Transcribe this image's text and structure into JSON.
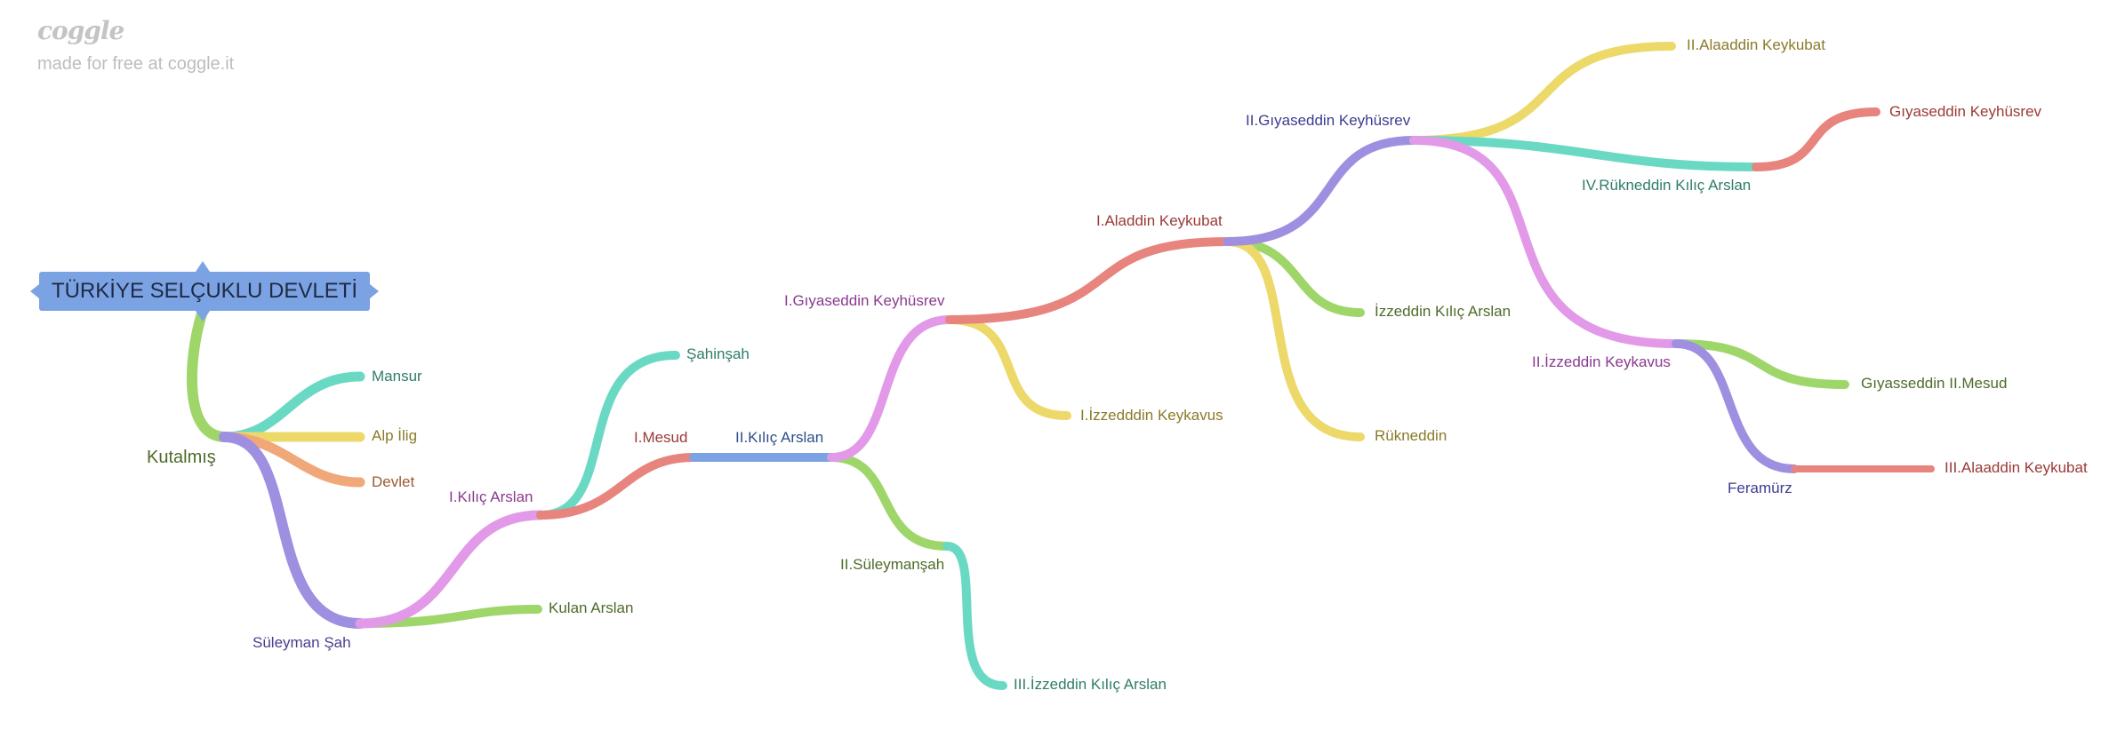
{
  "branding": {
    "logo_text": "coggle",
    "tagline": "made for free at coggle.it"
  },
  "root": {
    "label": "TÜRKİYE SELÇUKLU DEVLETİ"
  },
  "nodes": {
    "kutalmis": "Kutalmış",
    "mansur": "Mansur",
    "alp_ilig": "Alp İlig",
    "devlet": "Devlet",
    "suleyman_sah": "Süleyman Şah",
    "kulan_arslan": "Kulan Arslan",
    "kilic_arslan_1": "I.Kılıç Arslan",
    "sahinsah": "Şahinşah",
    "mesud_1": "I.Mesud",
    "kilic_arslan_2": "II.Kılıç Arslan",
    "suleymansah_2": "II.Süleymanşah",
    "izzeddin_kilic_arslan_3": "III.İzzeddin Kılıç Arslan",
    "giyaseddin_keyhusrev_1": "I.Gıyaseddin Keyhüsrev",
    "izzeddin_keykavus_1": "I.İzzedddin Keykavus",
    "alaaddin_keykubat_1": "I.Aladdin Keykubat",
    "izzeddin_kilic_arslan": "İzzeddin Kılıç Arslan",
    "rukneddin": "Rükneddin",
    "giyaseddin_keyhusrev_2": "II.Gıyaseddin Keyhüsrev",
    "alaaddin_keykubat_2": "II.Alaaddin Keykubat",
    "rukneddin_kilic_arslan_4": "IV.Rükneddin Kılıç Arslan",
    "giyaseddin_keyhusrev": "Gıyaseddin Keyhüsrev",
    "izzeddin_keykavus_2": "II.İzzeddin Keykavus",
    "giyaseddin_mesud_2": "Gıyasseddin II.Mesud",
    "feramurz": "Feramürz",
    "alaaddin_keykubat_3": "III.Alaaddin Keykubat"
  },
  "colors": {
    "green": "#9fd66a",
    "teal": "#6ad9c4",
    "yellow": "#ecd96a",
    "orange": "#f0a878",
    "purple": "#9f8fe0",
    "pink": "#e199e8",
    "red": "#e8847e",
    "blue": "#7ba3e3"
  }
}
